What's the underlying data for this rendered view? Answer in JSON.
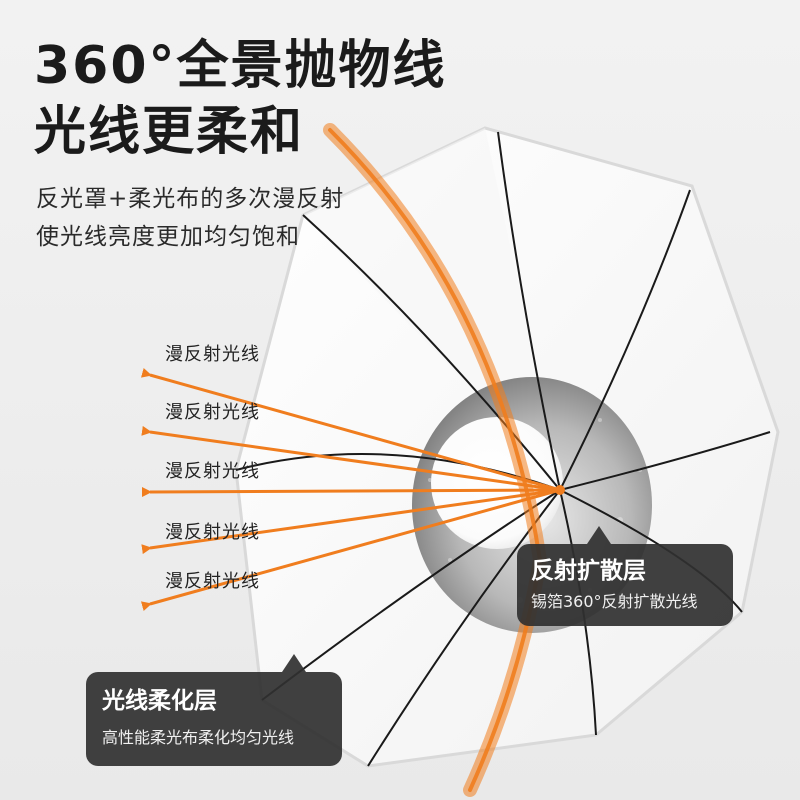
{
  "headline": {
    "line1": "360°全景抛物线",
    "line2": "光线更柔和"
  },
  "subtitle": {
    "line1": "反光罩+柔光布的多次漫反射",
    "line2": "使光线亮度更加均匀饱和"
  },
  "rays": [
    {
      "label": "漫反射光线"
    },
    {
      "label": "漫反射光线"
    },
    {
      "label": "漫反射光线"
    },
    {
      "label": "漫反射光线"
    },
    {
      "label": "漫反射光线"
    }
  ],
  "callouts": {
    "reflective_layer": {
      "title": "反射扩散层",
      "desc": "锡箔360°反射扩散光线"
    },
    "diffusion_layer": {
      "title": "光线柔化层",
      "desc": "高性能柔光布柔化均匀光线"
    }
  },
  "colors": {
    "accent_orange": "#f07d1e",
    "card_bg": "#303030",
    "text_dark": "#1b1b1b"
  }
}
